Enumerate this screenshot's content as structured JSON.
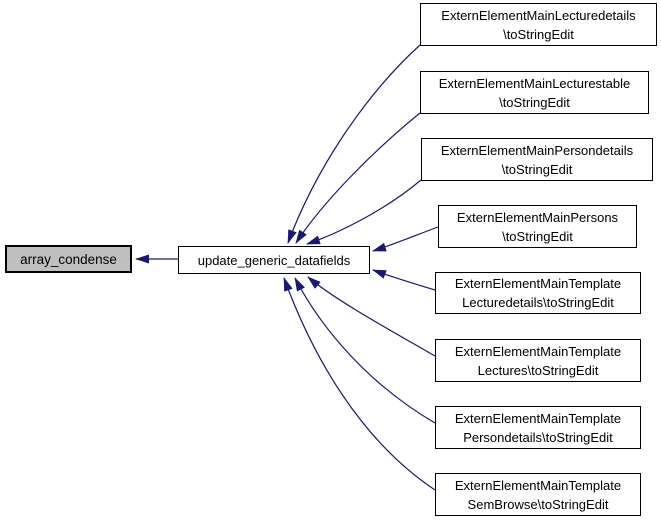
{
  "colors": {
    "edge": "#191970",
    "node-border": "#000000",
    "node-fill": "#ffffff",
    "root-fill": "#bfbfbf",
    "text": "#000000",
    "bg": "#ffffff"
  },
  "graph": {
    "type": "doxygen-caller-graph",
    "root": {
      "label": "array_condense"
    },
    "hub": {
      "label": "update_generic_datafields"
    },
    "callers": [
      {
        "lines": [
          "ExternElementMainLecturedetails",
          "\\toStringEdit"
        ]
      },
      {
        "lines": [
          "ExternElementMainLecturestable",
          "\\toStringEdit"
        ]
      },
      {
        "lines": [
          "ExternElementMainPersondetails",
          "\\toStringEdit"
        ]
      },
      {
        "lines": [
          "ExternElementMainPersons",
          "\\toStringEdit"
        ]
      },
      {
        "lines": [
          "ExternElementMainTemplate",
          "Lecturedetails\\toStringEdit"
        ]
      },
      {
        "lines": [
          "ExternElementMainTemplate",
          "Lectures\\toStringEdit"
        ]
      },
      {
        "lines": [
          "ExternElementMainTemplate",
          "Persondetails\\toStringEdit"
        ]
      },
      {
        "lines": [
          "ExternElementMainTemplate",
          "SemBrowse\\toStringEdit"
        ]
      }
    ]
  }
}
